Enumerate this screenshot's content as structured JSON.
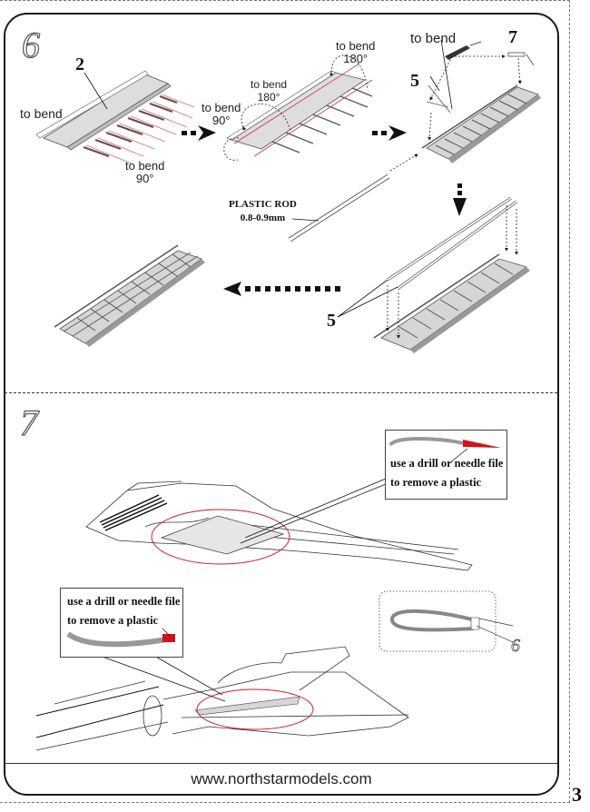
{
  "page": {
    "page_number": "3",
    "footer_url": "www.northstarmodels.com"
  },
  "step6": {
    "step_number": "6",
    "labels": {
      "bend_left": "to bend",
      "bend_bottom_line1": "to bend",
      "bend_bottom_line2": "90°",
      "bend_mid90_line1": "to bend",
      "bend_mid90_line2": "90°",
      "bend_mid180a_line1": "to bend",
      "bend_mid180a_line2": "180°",
      "bend_mid180b_line1": "to bend",
      "bend_mid180b_line2": "180°",
      "bend_right": "to bend",
      "rod_line1": "PLASTIC ROD",
      "rod_line2": "0.8-0.9mm"
    },
    "parts": {
      "part_2": "2",
      "part_5_top": "5",
      "part_7": "7",
      "part_5_bottom": "5"
    }
  },
  "step7": {
    "step_number": "7",
    "callout_top": {
      "line1": "use a drill or needle file",
      "line2": "to remove a plastic"
    },
    "callout_bottom": {
      "line1": "use a drill or needle file",
      "line2": "to remove a plastic"
    },
    "detail_part": "6"
  },
  "colors": {
    "highlight_red": "#d0121b",
    "ellipse_red": "#c8202a",
    "part_gray": "#c8c8c8"
  }
}
